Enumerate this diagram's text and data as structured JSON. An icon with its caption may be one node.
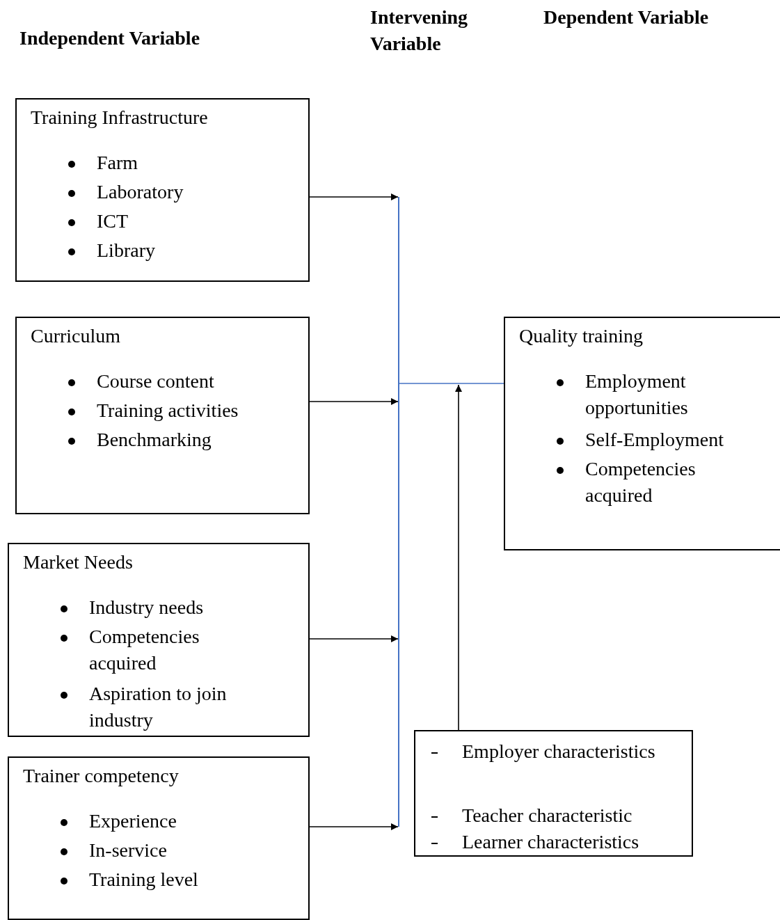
{
  "diagram": {
    "nodes": [
      {
        "text": [
          "Training Infrastructure",
          "Farm",
          "Laboratory",
          "ICT",
          "Library"
        ]
      },
      {
        "text": [
          "Curriculum",
          "Course content",
          "Training activities",
          "Benchmarking"
        ]
      },
      {
        "text": [
          "Market Needs",
          "Industry needs",
          "Competencies acquired",
          "Aspiration to join industry"
        ]
      },
      {
        "text": [
          "Trainer competency",
          "Experience",
          "In-service",
          "Training level"
        ]
      },
      {
        "text": [
          "Quality training",
          "Employment opportunities",
          "Self-Employment",
          "Competencies acquired"
        ]
      },
      {
        "text": [
          "Employer characteristics",
          "Teacher characteristic",
          "Learner characteristics"
        ]
      },
      {
        "text": [],
        "shape": "bar"
      }
    ],
    "edges": [
      {
        "from": 0,
        "to": 6,
        "arrow": "to"
      },
      {
        "from": 1,
        "to": 6,
        "arrow": "to"
      },
      {
        "from": 2,
        "to": 6,
        "arrow": "to"
      },
      {
        "from": 3,
        "to": 6,
        "arrow": "to"
      },
      {
        "from": 6,
        "to": 4,
        "arrow": "none",
        "color": "#4472c4"
      },
      {
        "from": 5,
        "to": null,
        "arrow": "to"
      }
    ],
    "labels": [
      "Independent Variable",
      "Intervening Variable",
      "Dependent Variable"
    ]
  }
}
